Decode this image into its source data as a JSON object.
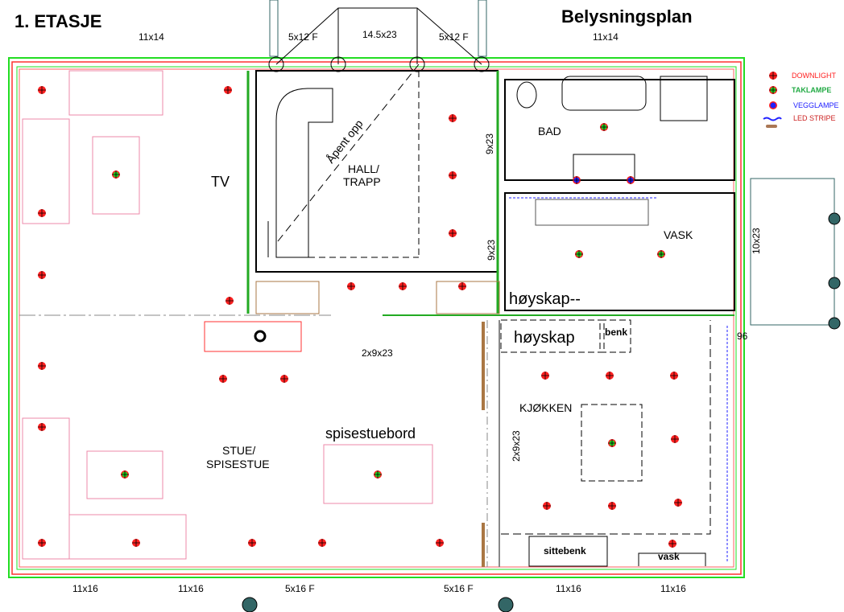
{
  "title": "1. ETASJE",
  "subtitle": "Belysningsplan",
  "legend": [
    {
      "label": "DOWNLIGHT",
      "color": "#ff2020",
      "icon": "downlight-icon"
    },
    {
      "label": "TAKLAMPE",
      "color": "#22aa44",
      "icon": "taklampe-icon"
    },
    {
      "label": "VEGGLAMPE",
      "color": "#2020ff",
      "icon": "vegglampe-icon"
    },
    {
      "label": "LED STRIPE",
      "color": "#cc2222",
      "icon": "led-stripe-icon"
    }
  ],
  "dimensions": {
    "top_left_window": "11x14",
    "top_door_left": "5x12 F",
    "top_entrance": "14.5x23",
    "top_door_right": "5x12 F",
    "top_right_window": "11x14",
    "bad_door": "9x23",
    "vask_door": "9x23",
    "side_door": "10x23",
    "side_dim": "96",
    "hall_double_door": "2x9x23",
    "kitchen_double_door": "2x9x23",
    "bottom": [
      "11x16",
      "11x16",
      "5x16 F",
      "5x16 F",
      "11x16",
      "11x16"
    ]
  },
  "rooms": {
    "tv": "TV",
    "hall": [
      "HALL/",
      "TRAPP"
    ],
    "open_above": "Åpent opp",
    "bad": "BAD",
    "vask": "VASK",
    "hoyskap_vask": "høyskap--",
    "hoyskap_kitchen": "høyskap",
    "benk": "benk",
    "kitchen": "KJØKKEN",
    "dining_table": "spisestuebord",
    "living": [
      "STUE/",
      "SPISESTUE"
    ],
    "sittebenk": "sittebenk",
    "sink": "vask"
  }
}
